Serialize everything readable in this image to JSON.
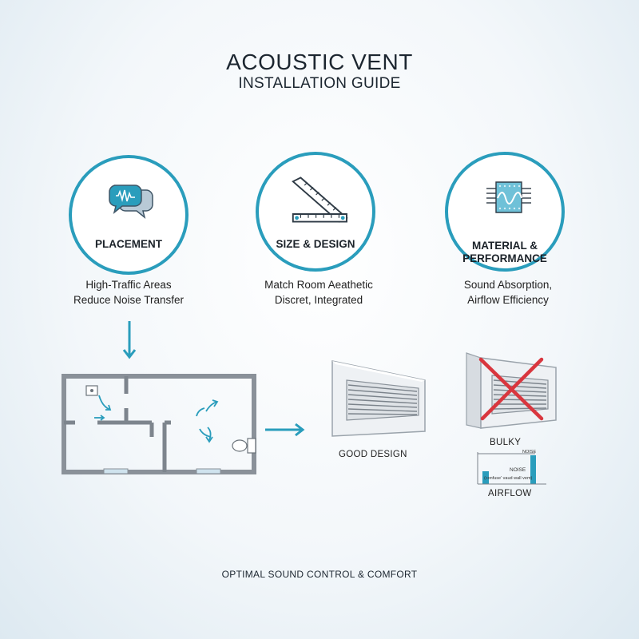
{
  "header": {
    "title": "ACOUSTIC VENT",
    "subtitle": "INSTALLATION GUIDE"
  },
  "steps": [
    {
      "label": "PLACEMENT",
      "icon": "speech-bubbles-icon",
      "lines": [
        "High-Traffic Areas",
        "Reduce Noise Transfer"
      ]
    },
    {
      "label": "SIZE & DESIGN",
      "icon": "ruler-square-icon",
      "lines": [
        "Match Room Aeathetic",
        "Discret, Integrated"
      ]
    },
    {
      "label_lines": [
        "MATERIAL &",
        "PERFORMANCE"
      ],
      "icon": "acoustic-panel-icon",
      "lines": [
        "Sound Absorption,",
        "Airflow Efficiency"
      ]
    }
  ],
  "comparison": {
    "good_label": "GOOD DESIGN",
    "bad_label": "BULKY",
    "noise_label": "NOISE",
    "noise_sub": "(confuse' vaud  wall vem)",
    "noise_corner": "NOISE",
    "airflow_label": "AIRFLOW"
  },
  "footer": "OPTIMAL SOUND CONTROL & COMFORT",
  "colors": {
    "accent": "#2a9dbc",
    "wall": "#8a9199",
    "cross": "#d9363e"
  }
}
